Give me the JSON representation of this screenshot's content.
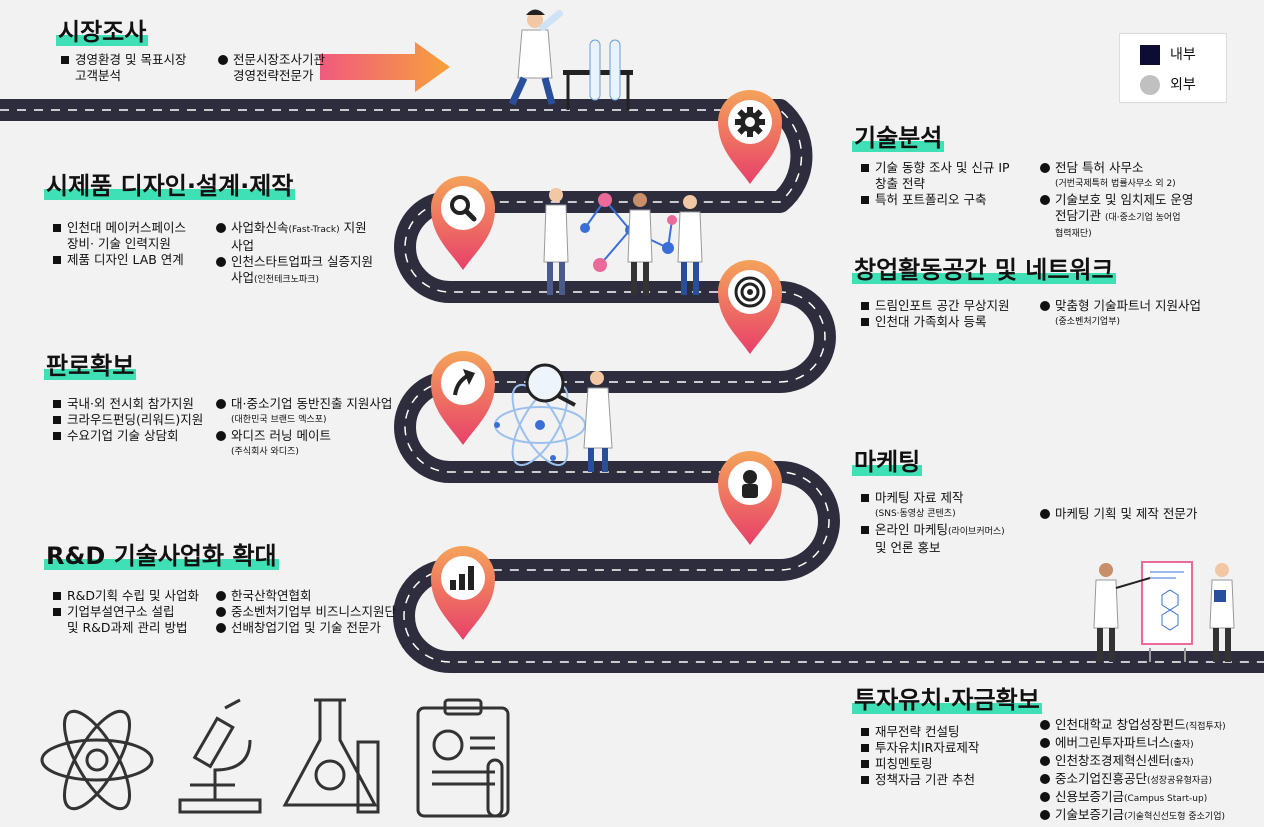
{
  "legend": {
    "internal_label": "내부",
    "external_label": "외부",
    "internal_color": "#0d0d33",
    "external_color": "#c0c0c0"
  },
  "sections": {
    "market": {
      "title": "시장조사",
      "internal": [
        "경영환경 및 목표시장",
        "고객분석"
      ],
      "external": [
        "전문시장조사기관",
        "경영전략전문가"
      ]
    },
    "tech": {
      "title": "기술분석",
      "internal": [
        "기술 동향 조사 및 신규 IP",
        "창출 전략",
        "특허 포트폴리오 구축"
      ],
      "external": [
        "전담 특허 사무소",
        "(거번국제특허 법률사무소 외 2)",
        "기술보호 및 임치제도 운영",
        "전담기관",
        "(대·중소기업 농어업",
        "협력재단)"
      ]
    },
    "prototype": {
      "title": "시제품 디자인·설계·제작",
      "internal": [
        "인천대 메이커스페이스",
        "장비· 기술 인력지원",
        "제품 디자인 LAB 연계"
      ],
      "external": [
        "사업화신속",
        "(Fast-Track)",
        " 지원",
        "사업",
        "인천스타트업파크 실증지원",
        "사업",
        "(인천테크노파크)"
      ]
    },
    "space": {
      "title": "창업활동공간 및 네트워크",
      "internal": [
        "드림인포트 공간 무상지원",
        "인천대 가족회사 등록"
      ],
      "external": [
        "맞춤형 기술파트너 지원사업",
        "(중소벤처기업부)"
      ]
    },
    "sales": {
      "title": "판로확보",
      "internal": [
        "국내·외 전시회 참가지원",
        "크라우드펀딩(리워드)지원",
        "수요기업 기술 상담회"
      ],
      "external": [
        "대·중소기업 동반진출 지원사업",
        "(대한민국 브랜드 엑스포)",
        "와디즈 러닝 메이트",
        "(주식회사 와디즈)"
      ]
    },
    "marketing": {
      "title": "마케팅",
      "internal": [
        "마케팅 자료 제작",
        "(SNS·동영상 콘텐츠)",
        "온라인 마케팅",
        "(라이브커머스)",
        "및 언론 홍보"
      ],
      "external": [
        "마케팅 기획 및 제작 전문가"
      ]
    },
    "rnd": {
      "title": "R&D 기술사업화 확대",
      "internal": [
        "R&D기획 수립 및 사업화",
        "기업부설연구소 설립",
        "및 R&D과제 관리 방법"
      ],
      "external": [
        "한국산학연협회",
        "중소벤처기업부 비즈니스지원단",
        "선배창업기업 및 기술 전문가"
      ]
    },
    "invest": {
      "title": "투자유치·자금확보",
      "internal": [
        "재무전략 컨설팅",
        "투자유치IR자료제작",
        "피칭멘토링",
        "정책자금 기관 추천"
      ],
      "external": [
        [
          "인천대학교 창업성장펀드",
          "(직접투자)"
        ],
        [
          "에버그린투자파트너스",
          "(출자)"
        ],
        [
          "인천창조경제혁신센터",
          "(출자)"
        ],
        [
          "중소기업진흥공단",
          "(성장공유형자금)"
        ],
        [
          "신용보증기금",
          "(Campus Start-up)"
        ],
        [
          "기술보증기금",
          "(기술혁신선도형 중소기업)"
        ]
      ]
    }
  },
  "icons": [
    "gear-icon",
    "search-icon",
    "target-icon",
    "arrow-up-icon",
    "person-icon",
    "bar-chart-icon",
    "atom-icon",
    "microscope-icon",
    "flask-icon",
    "clipboard-icon"
  ]
}
